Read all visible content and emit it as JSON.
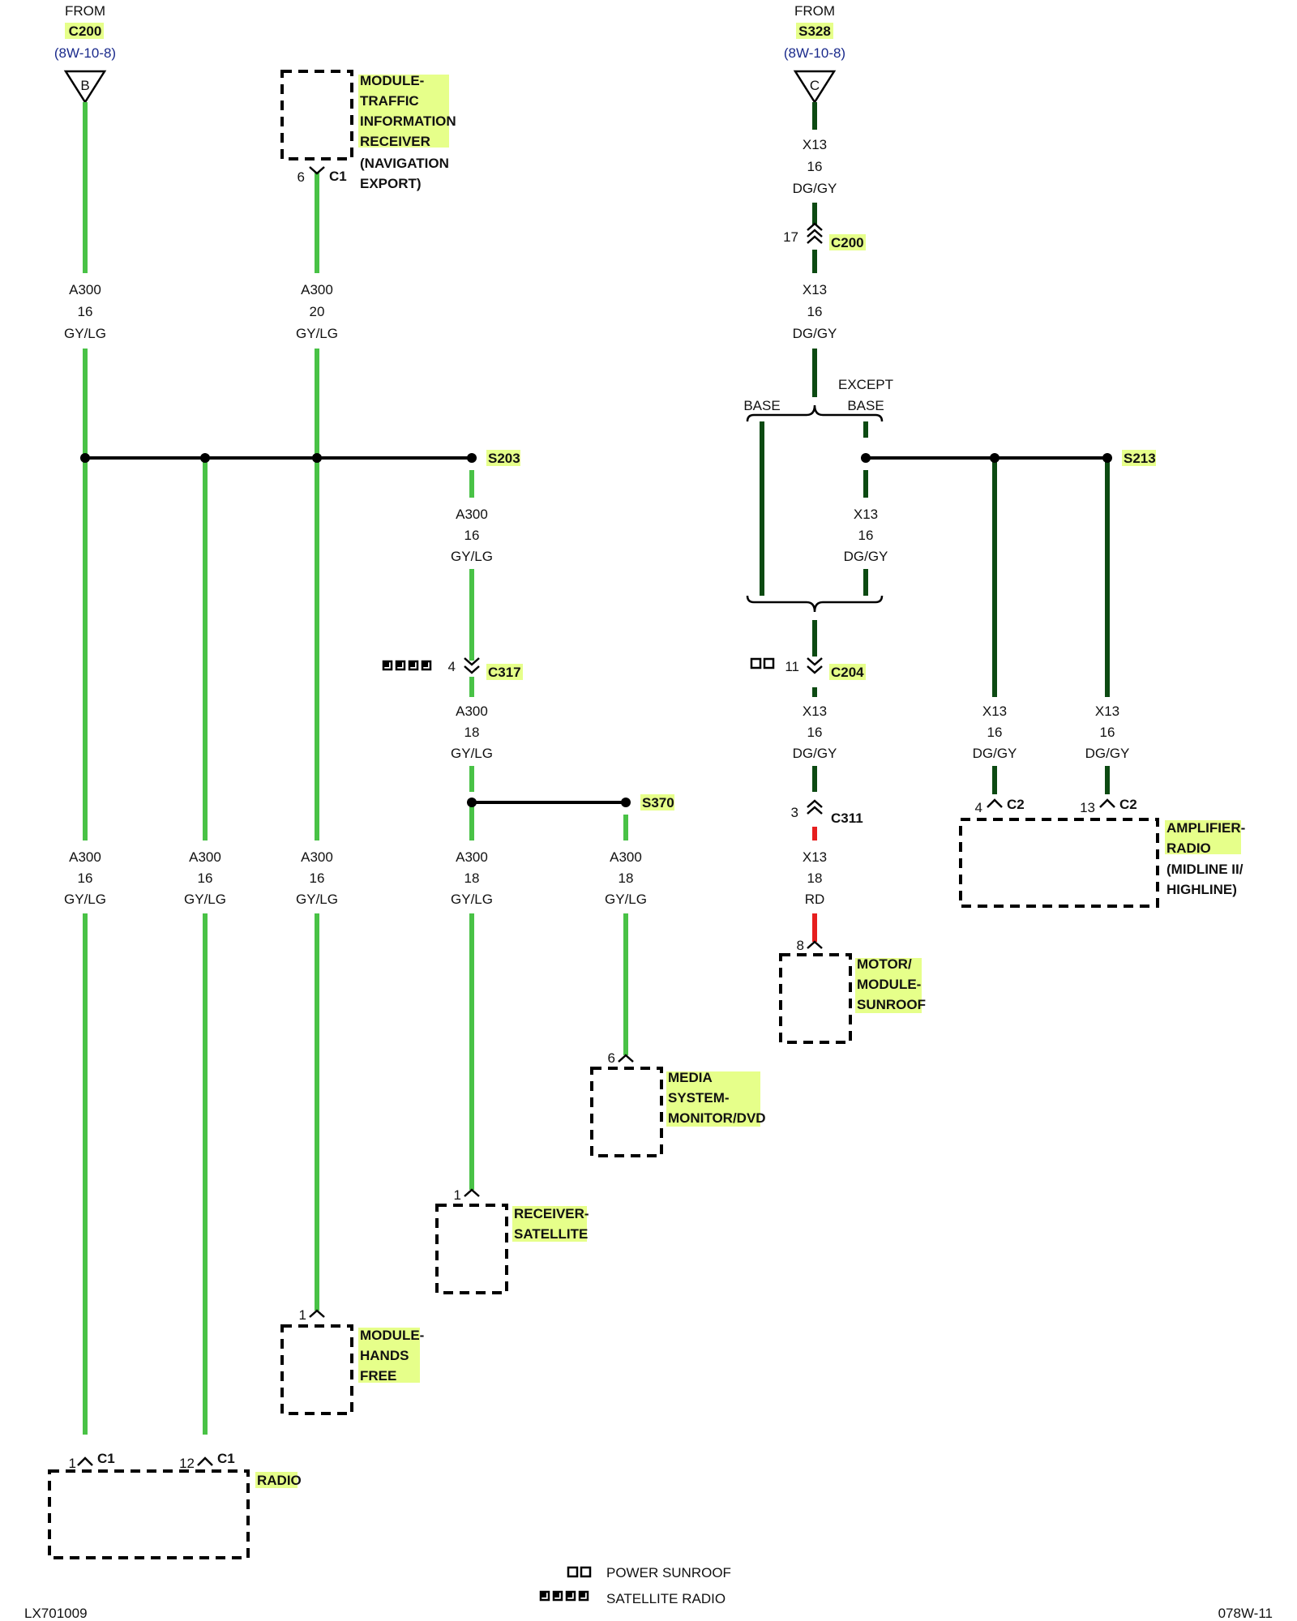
{
  "source_b": {
    "from": "FROM",
    "connector": "C200",
    "ref": "(8W-10-8)",
    "letter": "B"
  },
  "source_c": {
    "from": "FROM",
    "connector": "S328",
    "ref": "(8W-10-8)",
    "letter": "C"
  },
  "colors": {
    "gy_lg": "#49c246",
    "dg_gy": "#0c4a12",
    "rd": "#e61e1e",
    "highlight": "#e6ff8a"
  },
  "wires": {
    "a300_16": {
      "circuit": "A300",
      "gauge": "16",
      "color": "GY/LG"
    },
    "a300_20": {
      "circuit": "A300",
      "gauge": "20",
      "color": "GY/LG"
    },
    "a300_18": {
      "circuit": "A300",
      "gauge": "18",
      "color": "GY/LG"
    },
    "x13_16": {
      "circuit": "X13",
      "gauge": "16",
      "color": "DG/GY"
    },
    "x13_18": {
      "circuit": "X13",
      "gauge": "18",
      "color": "RD"
    }
  },
  "splices": {
    "s203": "S203",
    "s370": "S370",
    "s213": "S213"
  },
  "connectors": {
    "c1": "C1",
    "c2": "C2",
    "c200": "C200",
    "c204": "C204",
    "c311": "C311",
    "c317": "C317",
    "pin_1": "1",
    "pin_3": "3",
    "pin_4": "4",
    "pin_6": "6",
    "pin_8": "8",
    "pin_11": "11",
    "pin_12": "12",
    "pin_13": "13",
    "pin_17": "17"
  },
  "options": {
    "base": "BASE",
    "except": "EXCEPT",
    "except_base": "BASE"
  },
  "components": {
    "traffic": [
      "MODULE-",
      "TRAFFIC",
      "INFORMATION",
      "RECEIVER"
    ],
    "traffic_note": [
      "(NAVIGATION",
      "EXPORT)"
    ],
    "amplifier": [
      "AMPLIFIER-",
      "RADIO"
    ],
    "amplifier_note": [
      "(MIDLINE II/",
      "HIGHLINE)"
    ],
    "sunroof": [
      "MOTOR/",
      "MODULE-",
      "SUNROOF"
    ],
    "media": [
      "MEDIA",
      "SYSTEM-",
      "MONITOR/DVD"
    ],
    "satellite": [
      "RECEIVER-",
      "SATELLITE"
    ],
    "handsfree": [
      "MODULE-",
      "HANDS",
      "FREE"
    ],
    "radio": "RADIO"
  },
  "legend": {
    "power_sunroof": "POWER SUNROOF",
    "satellite_radio": "SATELLITE RADIO"
  },
  "footer": {
    "left": "LX701009",
    "right": "078W-11"
  }
}
